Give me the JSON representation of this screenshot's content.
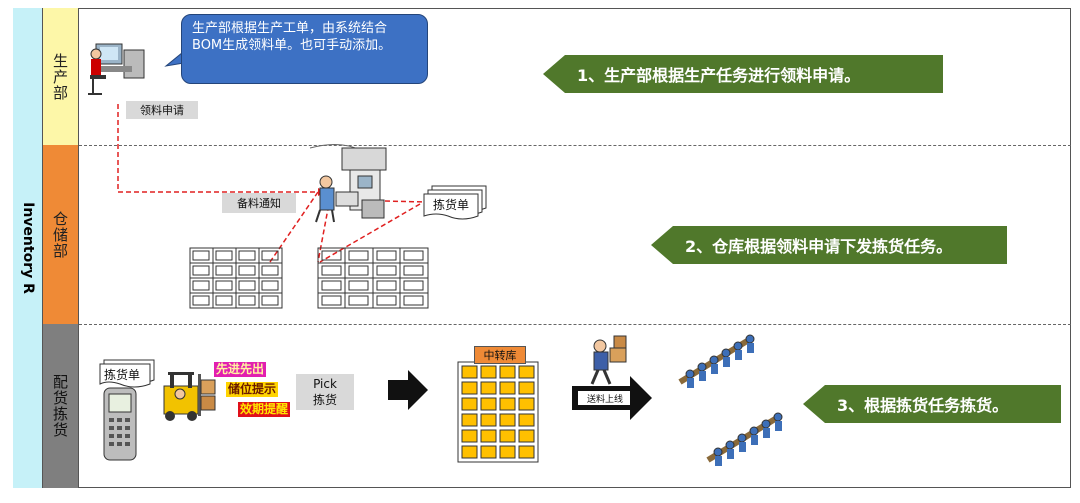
{
  "side_title": "Inventory R",
  "lanes": [
    {
      "label": "生产部"
    },
    {
      "label": "仓储部"
    },
    {
      "label": "配货拣货"
    }
  ],
  "callout_text": "生产部根据生产工单，由系统结合BOM生成领料单。也可手动添加。",
  "labels": {
    "material_request": "领料申请",
    "prep_notice": "备料通知",
    "pick_list": "拣货单",
    "pick_list_device": "拣货单",
    "transfer_store": "中转库",
    "pick_line1": "Pick",
    "pick_line2": "拣货",
    "feed_online": "送料上线"
  },
  "highlights": [
    "先进先出",
    "储位提示",
    "效期提醒"
  ],
  "banners": [
    "1、生产部根据生产任务进行领料申请。",
    "2、仓库根据领料申请下发拣货任务。",
    "3、根据拣货任务拣货。"
  ],
  "colors": {
    "lane1": "#fdf7a8",
    "lane2": "#ef8a36",
    "lane3": "#7f7f7f",
    "side": "#c6f1f8",
    "banner": "#50782b",
    "callout": "#3d71c4",
    "storage_cell": "#ffc000",
    "transfer_label": "#ef8a36",
    "flow_line": "#e02020"
  },
  "icons": [
    "office-worker-icon",
    "warehouse-clerk-printer-icon",
    "storage-rack-icon",
    "handheld-scanner-icon",
    "forklift-icon",
    "delivery-worker-icon",
    "assembly-line-icon"
  ]
}
